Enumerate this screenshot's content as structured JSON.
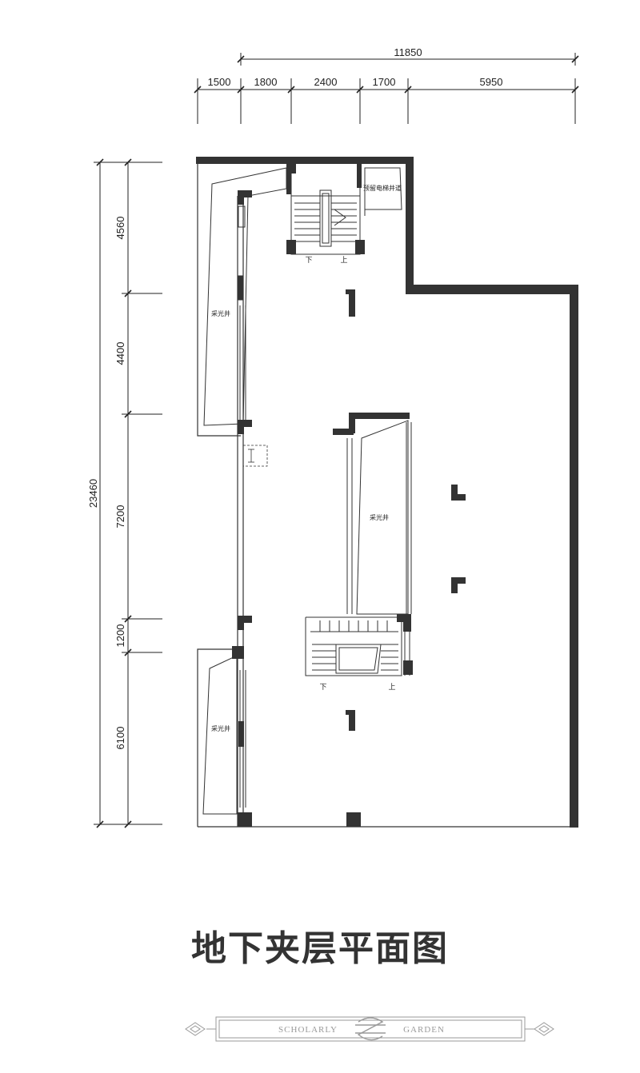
{
  "title": "地下夹层平面图",
  "dimensions": {
    "overall_width": "11850",
    "top_segments": [
      "1500",
      "1800",
      "2400",
      "1700",
      "5950"
    ],
    "overall_height": "23460",
    "left_segments": [
      "4560",
      "4400",
      "7200",
      "1200",
      "6100"
    ]
  },
  "rooms": {
    "elevator_shaft": "预留电梯井道",
    "lightwell": "采光井"
  },
  "stairs": {
    "down": "下",
    "up": "上"
  },
  "brand": {
    "left_word": "SCHOLARLY",
    "right_word": "GARDEN"
  },
  "colors": {
    "wall": "#333333",
    "line": "#222222",
    "brand": "#9a9a9a"
  }
}
